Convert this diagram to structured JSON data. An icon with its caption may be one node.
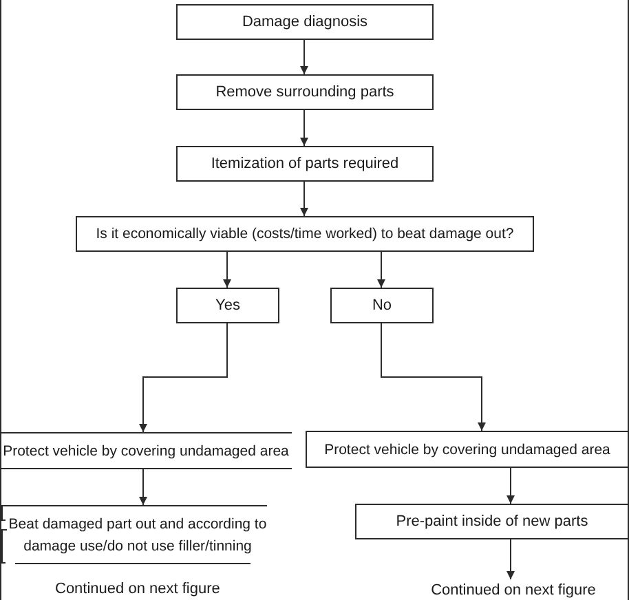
{
  "diagram": {
    "nodes": [
      {
        "text": [
          "Damage diagnosis"
        ]
      },
      {
        "text": [
          "Remove surrounding parts"
        ]
      },
      {
        "text": [
          "Itemization of parts required"
        ]
      },
      {
        "text": [
          "Is it economically viable (costs/time worked) to beat damage out?"
        ]
      },
      {
        "text": [
          "Yes"
        ]
      },
      {
        "text": [
          "No"
        ]
      },
      {
        "text": [
          "Protect vehicle by covering undamaged area"
        ]
      },
      {
        "text": [
          "Protect vehicle by covering undamaged area"
        ]
      },
      {
        "text": [
          "Beat damaged part out and according to damage use/do not use filler/tinning"
        ]
      },
      {
        "text": [
          "Pre-paint inside of new parts"
        ]
      },
      {
        "text": [
          "Continued on next figure"
        ]
      }
    ],
    "edges": [
      {
        "from": 0,
        "to": 1,
        "arrow": "to"
      },
      {
        "from": 1,
        "to": 2,
        "arrow": "to"
      },
      {
        "from": 2,
        "to": 3,
        "arrow": "to"
      },
      {
        "from": 3,
        "to": 4,
        "arrow": "to"
      },
      {
        "from": 3,
        "to": 5,
        "arrow": "to"
      },
      {
        "from": 4,
        "to": 6,
        "arrow": "to"
      },
      {
        "from": 5,
        "to": 7,
        "arrow": "to"
      },
      {
        "from": 6,
        "to": 8,
        "arrow": "to"
      },
      {
        "from": 7,
        "to": 9,
        "arrow": "to"
      },
      {
        "from": 9,
        "to": 10,
        "arrow": "to"
      }
    ],
    "labels": [
      "Continued on next figure"
    ]
  }
}
